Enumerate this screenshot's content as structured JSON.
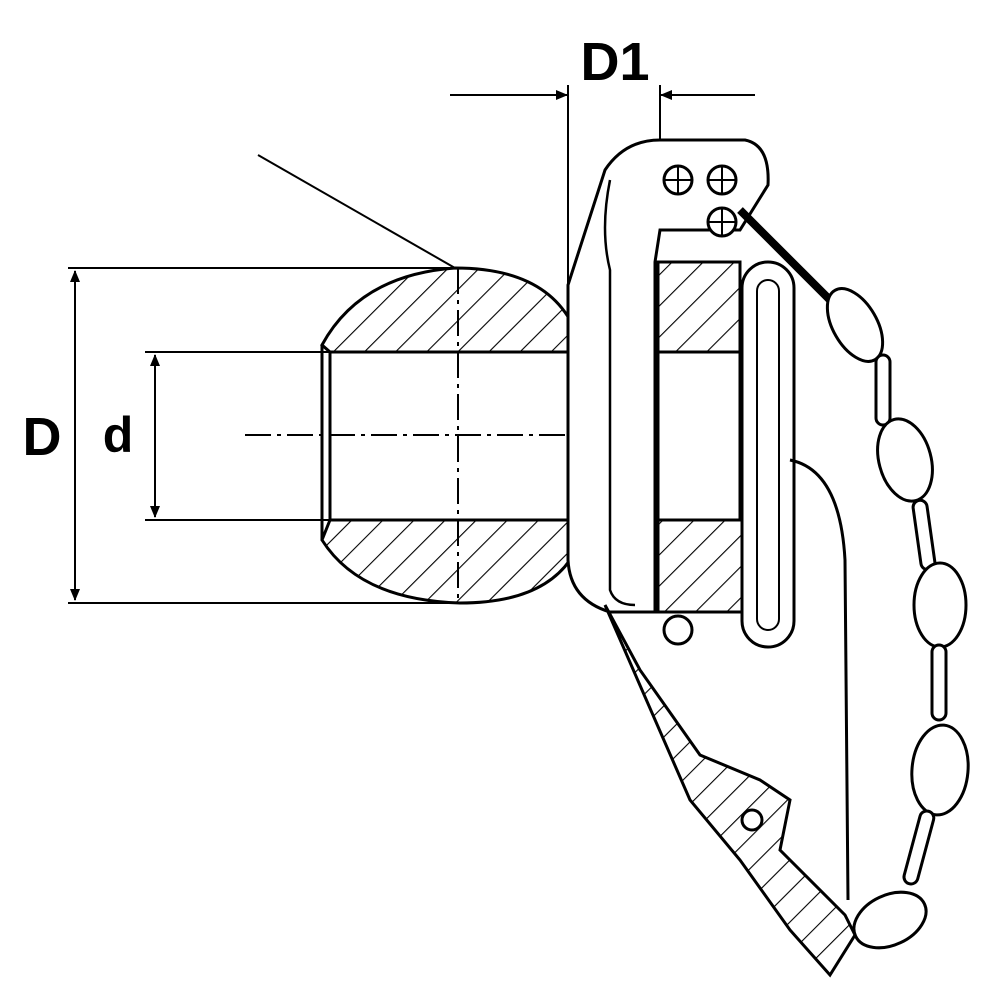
{
  "labels": {
    "d1": "D1",
    "outer_diameter": "D",
    "inner_diameter": "d"
  },
  "colors": {
    "line": "#000000",
    "background": "#ffffff"
  }
}
